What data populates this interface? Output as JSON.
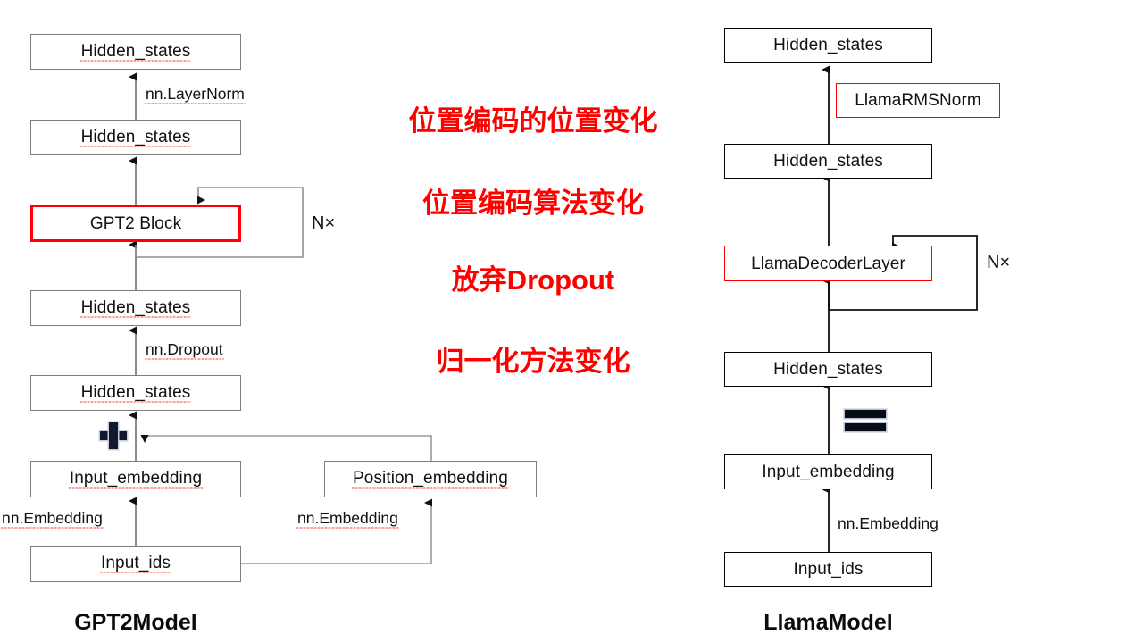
{
  "diagram": {
    "title_left": "GPT2Model",
    "title_right": "LlamaModel",
    "colors": {
      "highlight": "#ff0000",
      "box_border_gray": "#7d7d7d",
      "box_border_black": "#000000",
      "text": "#111111"
    }
  },
  "gpt2": {
    "nodes": {
      "hidden_states_top": "Hidden_states",
      "hidden_states_2": "Hidden_states",
      "block": "GPT2 Block",
      "hidden_states_3": "Hidden_states",
      "hidden_states_4": "Hidden_states",
      "input_embedding": "Input_embedding",
      "position_embedding": "Position_embedding",
      "input_ids": "Input_ids"
    },
    "edge_labels": {
      "layernorm": "nn.LayerNorm",
      "dropout": "nn.Dropout",
      "embedding_input": "nn.Embedding",
      "embedding_position": "nn.Embedding"
    },
    "loop_label": "N×",
    "add_icon": "plus-icon"
  },
  "llama": {
    "nodes": {
      "hidden_states_top": "Hidden_states",
      "rmsnorm": "LlamaRMSNorm",
      "hidden_states_2": "Hidden_states",
      "decoder_layer": "LlamaDecoderLayer",
      "hidden_states_3": "Hidden_states",
      "input_embedding": "Input_embedding",
      "input_ids": "Input_ids"
    },
    "edge_labels": {
      "embedding_input": "nn.Embedding"
    },
    "loop_label": "N×",
    "equals_icon": "equals-icon"
  },
  "notes": [
    "位置编码的位置变化",
    "位置编码算法变化",
    "放弃Dropout",
    "归一化方法变化"
  ]
}
